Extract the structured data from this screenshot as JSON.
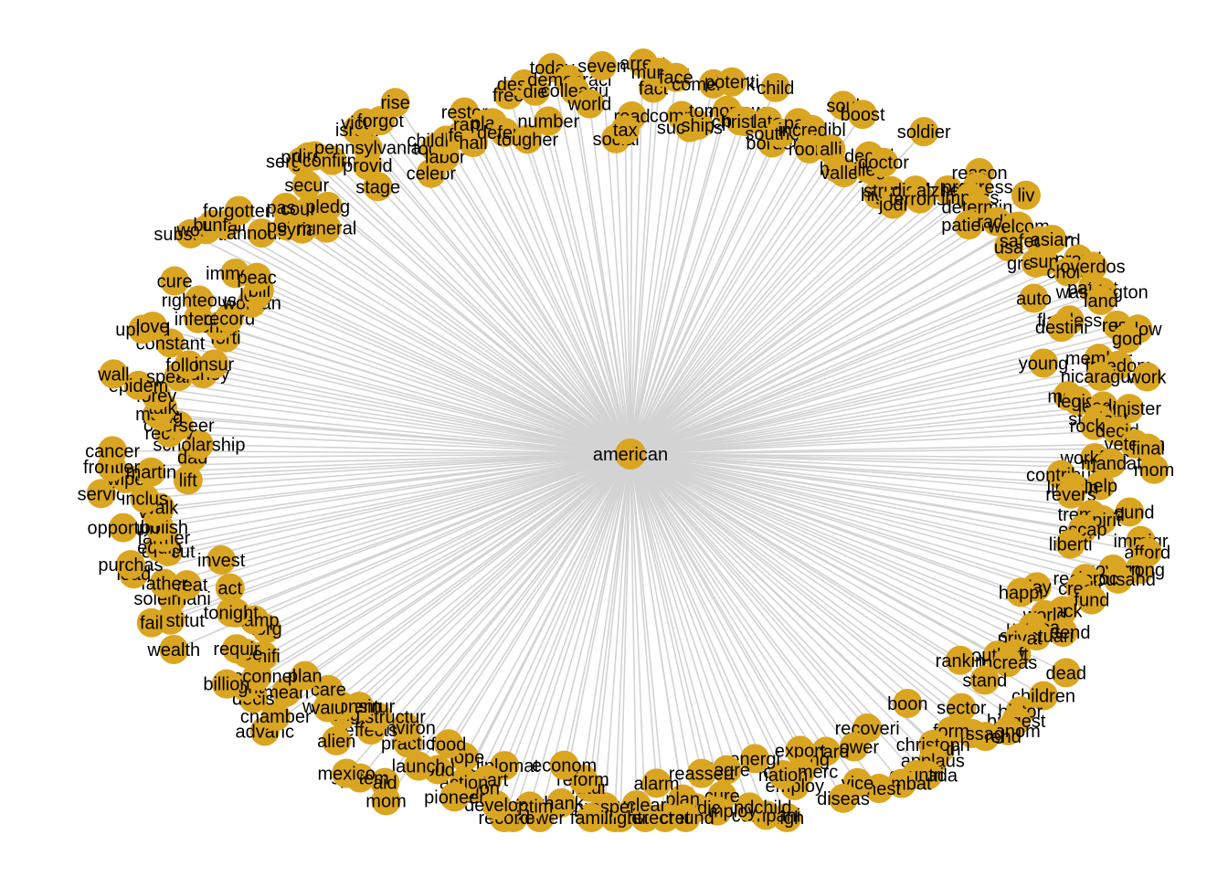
{
  "colors": {
    "node": "#DAA520",
    "edge": "#D3D3D3",
    "label": "#000000",
    "background": "#FFFFFF"
  },
  "network": {
    "layout": "star",
    "center": "american",
    "leaves": [
      "road",
      "arrest",
      "fact",
      "murder",
      "face",
      "complet",
      "success",
      "ship",
      "comeback",
      "potenti",
      "tomorrow",
      "poor",
      "christian",
      "child",
      "late",
      "border",
      "southern",
      "pay",
      "incredibl",
      "room",
      "soul",
      "alli",
      "boost",
      "hero",
      "valley",
      "decad",
      "illeg",
      "doctor",
      "soldier",
      "high",
      "struggl",
      "jodi",
      "disabl",
      "terrorist",
      "alzheim",
      "reason",
      "progress",
      "imposs",
      "determin",
      "patient",
      "liv",
      "radic",
      "put",
      "welcom",
      "usa",
      "safeguard",
      "asian",
      "greater",
      "sun",
      "proud",
      "choic",
      "overdos",
      "auto",
      "patriot",
      "washington",
      "land",
      "flawless",
      "destini",
      "rest",
      "below",
      "god",
      "young",
      "member",
      "freedom",
      "nicaragua",
      "work",
      "meet",
      "legisl",
      "leader",
      "minister",
      "student",
      "rocket",
      "decid",
      "veteran",
      "final",
      "workforc",
      "mandat",
      "mom",
      "contribut",
      "help",
      "lincoln",
      "revers",
      "sound",
      "tremend",
      "spirit",
      "escap",
      "immigr",
      "afford",
      "liberti",
      "strong",
      "govern",
      "thousand",
      "reciproc",
      "credit",
      "fund",
      "day",
      "happi",
      "back",
      "world",
      "extend",
      "usmca",
      "sanctuari",
      "privat",
      "dead",
      "left",
      "outlaw",
      "increas",
      "children",
      "rankin",
      "stand",
      "histor",
      "biggest",
      "econom",
      "sector",
      "reverend",
      "messag",
      "form",
      "boon",
      "earth",
      "christoph",
      "applaus",
      "canada",
      "countri",
      "recoveri",
      "combat",
      "power",
      "finest",
      "vice",
      "guard",
      "diseas",
      "bring",
      "export",
      "commerc",
      "employ",
      "nation",
      "high",
      "energi",
      "compani",
      "grandchild",
      "degre",
      "cure",
      "unemploy",
      "reassert",
      "medic",
      "plan",
      "ground",
      "secret",
      "alarm",
      "protect",
      "nuclear",
      "worker",
      "tonight",
      "prosper",
      "famili",
      "futur",
      "reform",
      "thank",
      "econom",
      "power",
      "victim",
      "strike",
      "record",
      "develop",
      "diplomat",
      "heart",
      "region",
      "action",
      "pioneer",
      "hope",
      "loud",
      "food",
      "launch",
      "mom",
      "aid",
      "practic",
      "environ",
      "system",
      "mexico",
      "effects",
      "infrastructur",
      "alien",
      "adventur",
      "long",
      "wisconsin",
      "valu",
      "care",
      "advanc",
      "chamber",
      "mean",
      "plan",
      "decis",
      "fight",
      "mcconnel",
      "billion",
      "unifi",
      "tree",
      "requir",
      "forg",
      "stamp",
      "wealth",
      "job",
      "tonight",
      "constitut",
      "fail",
      "act",
      "soleimani",
      "great",
      "father",
      "invest",
      "lead",
      "purchas",
      "execut",
      "equip",
      "farmer",
      "abolish",
      "opportun",
      "vast",
      "walk",
      "inclus",
      "servic",
      "lift",
      "wipe",
      "martin",
      "frontier",
      "dad",
      "cancer",
      "scholarship",
      "receiv",
      "overseer",
      "bring",
      "make",
      "talk",
      "forev",
      "epidem",
      "wall",
      "speaker",
      "kidney",
      "follow",
      "insur",
      "constant",
      "uphold",
      "love",
      "forti",
      "child",
      "infecti",
      "record",
      "righteous",
      "cure",
      "woman",
      "lose",
      "bill",
      "immedi",
      "peac",
      "substanti",
      "women",
      "build",
      "unfair",
      "announc",
      "forgotten",
      "polici",
      "syrian",
      "pass",
      "mineral",
      "counter",
      "pledg",
      "secur",
      "sergeant",
      "promis",
      "direct",
      "confirm",
      "stage",
      "provid",
      "pennsylvania",
      "israel",
      "victori",
      "forgot",
      "celebr",
      "rise",
      "today",
      "labor",
      "childhood",
      "fed",
      "hall",
      "restor",
      "random",
      "place",
      "defend",
      "free",
      "tougher",
      "deserv",
      "die",
      "number",
      "today",
      "democraci",
      "colleagu",
      "world",
      "seven",
      "social",
      "tax"
    ]
  }
}
